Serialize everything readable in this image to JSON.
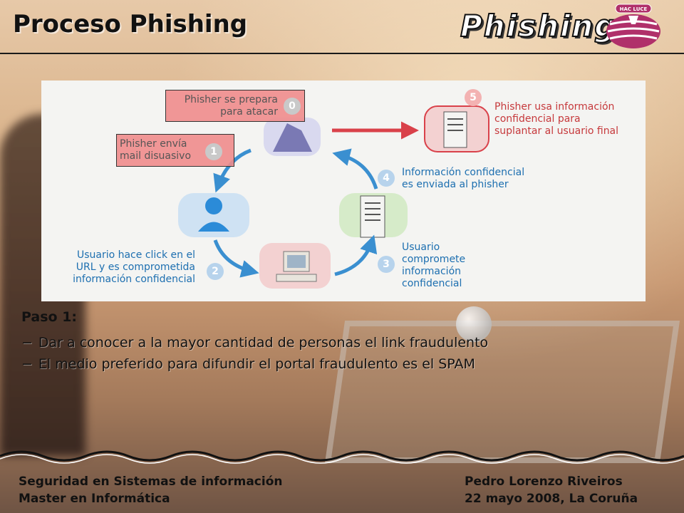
{
  "header": {
    "title": "Proceso Phishing",
    "logo_text": "Phishing",
    "emblem_text": "HAC LUCE"
  },
  "diagram": {
    "steps": [
      {
        "number": "0",
        "line1": "Phisher se prepara",
        "line2": "para atacar",
        "highlighted": true
      },
      {
        "number": "1",
        "line1": "Phisher envía",
        "line2": "mail disuasivo",
        "highlighted": true
      },
      {
        "number": "2",
        "line1": "Usuario hace click en el",
        "line2": "URL y es comprometida",
        "line3": "información confidencial"
      },
      {
        "number": "3",
        "line1": "Usuario",
        "line2": "compromete",
        "line3": "información",
        "line4": "confidencial"
      },
      {
        "number": "4",
        "line1": "Información confidencial",
        "line2": "es enviada al phisher"
      },
      {
        "number": "5",
        "line1": "Phisher usa información",
        "line2": "confidencial para",
        "line3": "suplantar al usuario final"
      }
    ],
    "colors": {
      "gray": "#555555",
      "blue": "#1d6fb0",
      "red": "#c6393c",
      "highlight": "#f08c8c"
    }
  },
  "content": {
    "heading": "Paso 1:",
    "bullets": [
      "Dar a conocer a la mayor cantidad de personas el link fraudulento",
      "El medio preferido para difundir el portal fraudulento es el SPAM"
    ],
    "bullet_marker": "−"
  },
  "footer": {
    "left_line1": "Seguridad en Sistemas de información",
    "left_line2": "Master en Informática",
    "right_line1": "Pedro Lorenzo Riveiros",
    "right_line2": "22 mayo 2008, La Coruña"
  }
}
